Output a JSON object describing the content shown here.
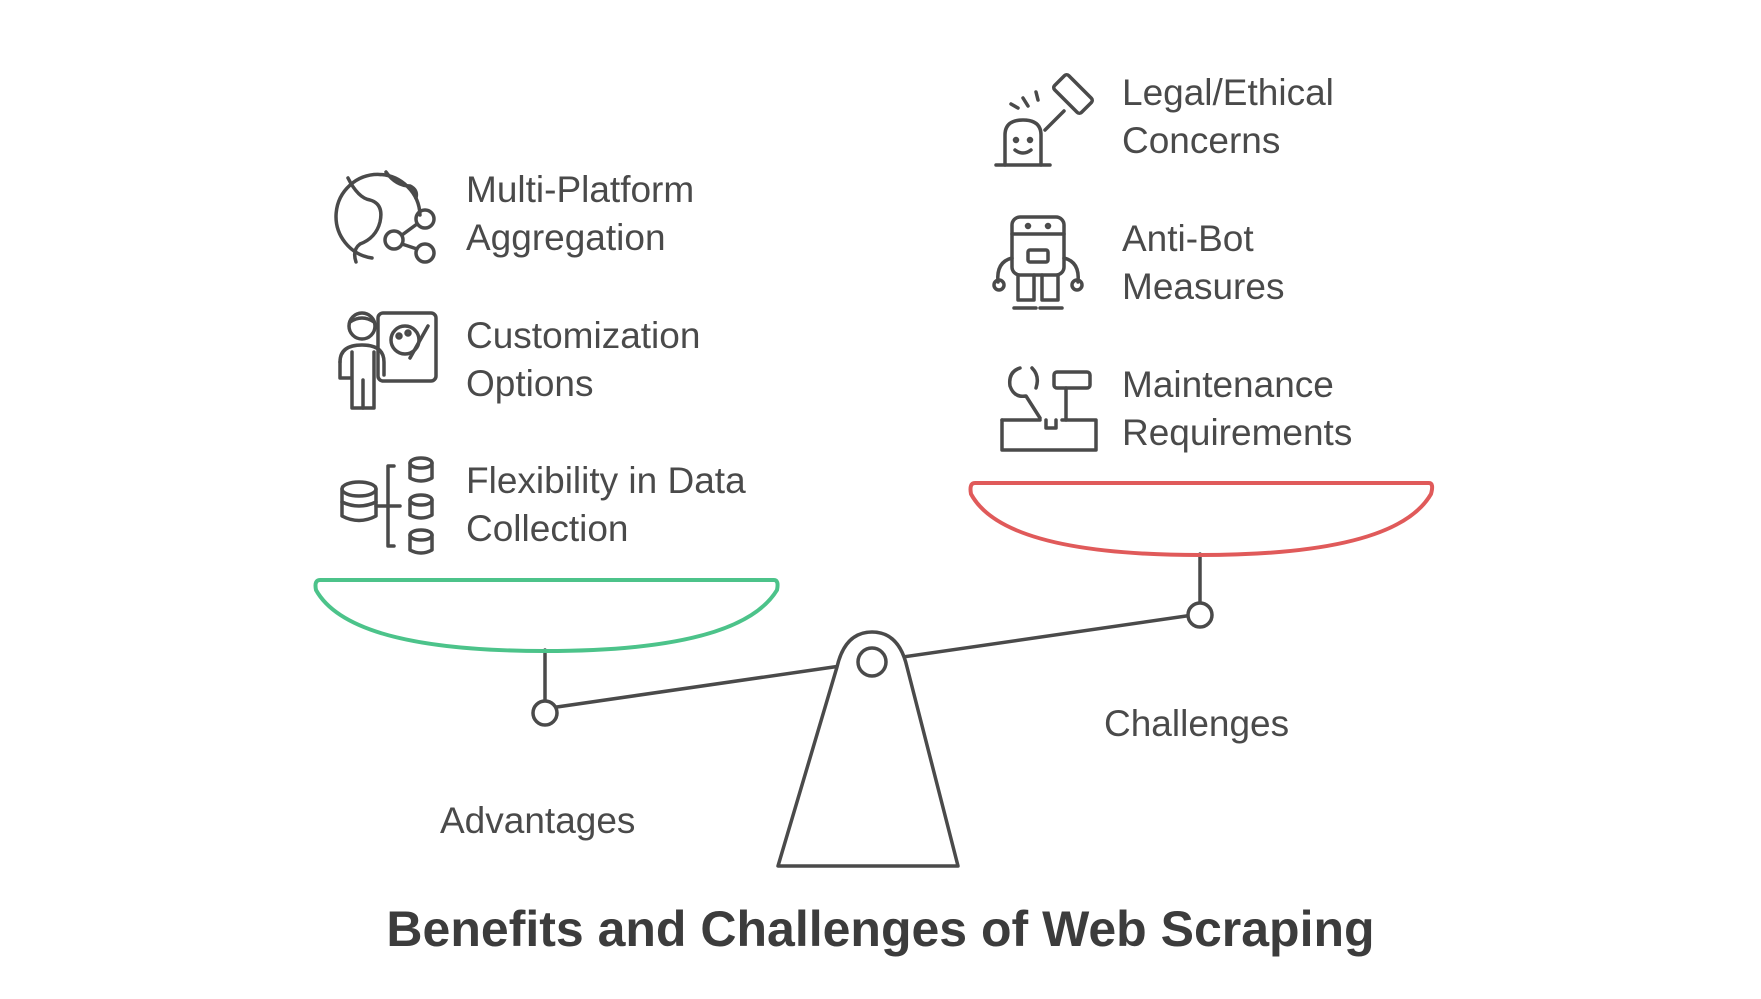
{
  "title": "Benefits and Challenges of Web Scraping",
  "colors": {
    "advantages_pan": "#4cc38a",
    "challenges_pan": "#e05a5a",
    "ink": "#4a4a4a"
  },
  "advantages": {
    "label": "Advantages",
    "items": [
      {
        "line1": "Multi-Platform",
        "line2": "Aggregation",
        "icon": "globe-share-icon"
      },
      {
        "line1": "Customization",
        "line2": "Options",
        "icon": "painter-easel-icon"
      },
      {
        "line1": "Flexibility in Data",
        "line2": "Collection",
        "icon": "database-branch-icon"
      }
    ]
  },
  "challenges": {
    "label": "Challenges",
    "items": [
      {
        "line1": "Legal/Ethical",
        "line2": "Concerns",
        "icon": "gavel-judge-icon"
      },
      {
        "line1": "Anti-Bot",
        "line2": "Measures",
        "icon": "robot-icon"
      },
      {
        "line1": "Maintenance",
        "line2": "Requirements",
        "icon": "toolbox-icon"
      }
    ]
  }
}
